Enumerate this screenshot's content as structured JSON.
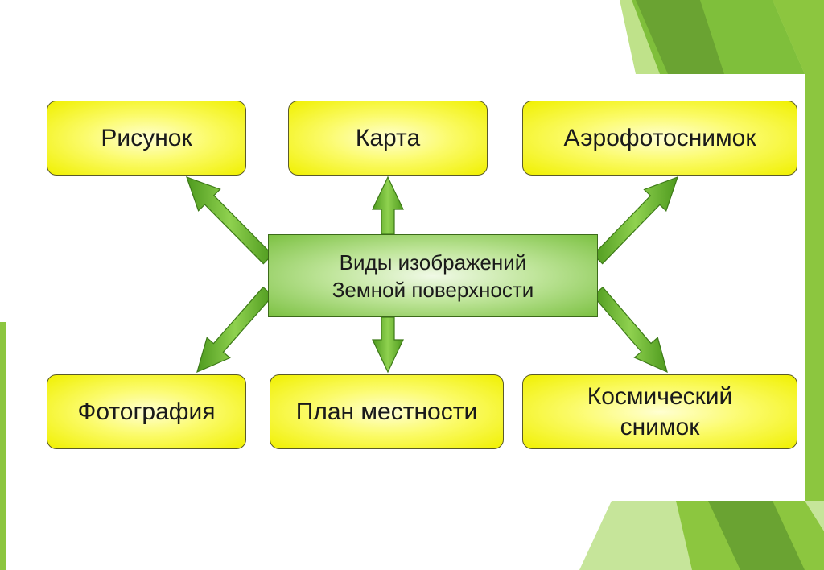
{
  "diagram": {
    "center": "Виды изображений\nЗемной поверхности",
    "nodes": {
      "drawing": "Рисунок",
      "map": "Карта",
      "aerial_photo": "Аэрофотоснимок",
      "photo": "Фотография",
      "terrain_plan": "План местности",
      "space_image": "Космический\nснимок"
    }
  },
  "colors": {
    "box_fill": "#f0f000",
    "center_fill": "#7cc142",
    "arrow_fill": "#6cb32e",
    "decor_green": "#8cc63f"
  }
}
